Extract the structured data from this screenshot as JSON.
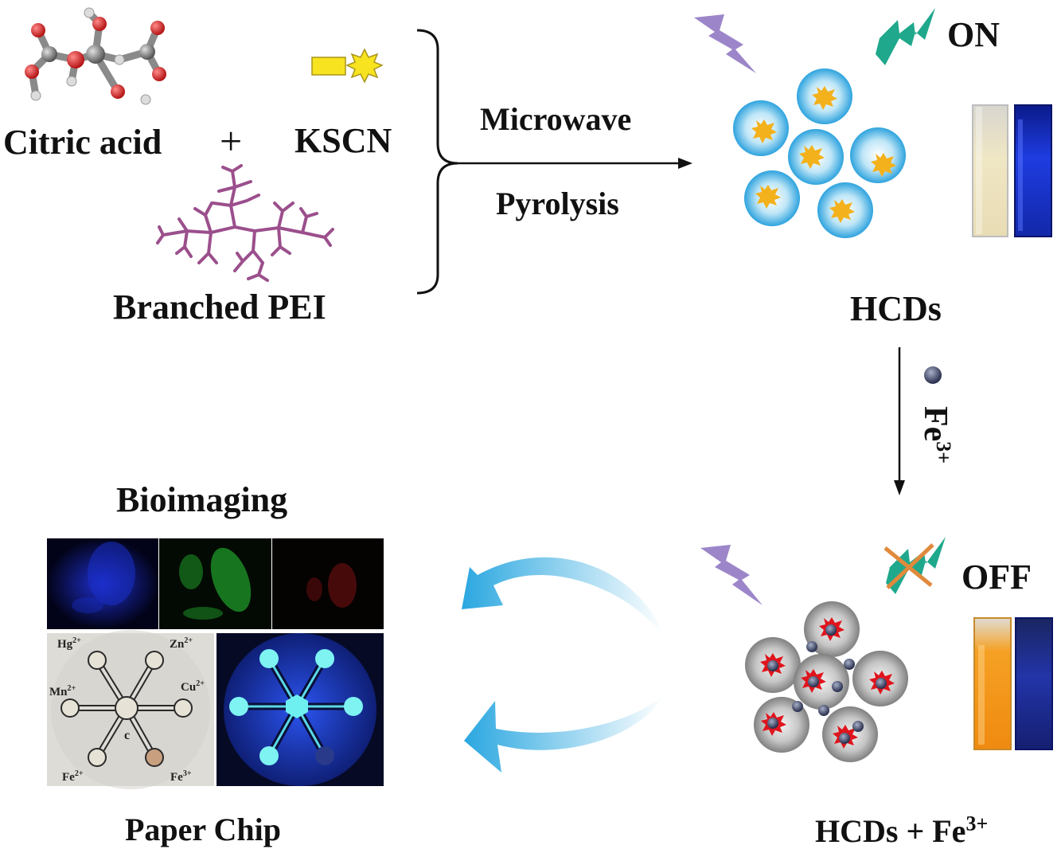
{
  "reactants": {
    "citric_acid": "Citric acid",
    "plus": "+",
    "kscn": "KSCN",
    "branched_pei": "Branched PEI"
  },
  "process": {
    "step1": "Microwave",
    "step2": "Pyrolysis"
  },
  "product": {
    "label": "HCDs",
    "state_on": "ON"
  },
  "addition": {
    "ion_base": "Fe",
    "ion_charge": "3+"
  },
  "quenched": {
    "state_off": "OFF",
    "label_base": "HCDs + Fe",
    "label_charge": "3+"
  },
  "applications": {
    "bioimaging": "Bioimaging",
    "paper_chip": "Paper Chip"
  },
  "chip_ions": [
    {
      "base": "Hg",
      "charge": "2+"
    },
    {
      "base": "Zn",
      "charge": "2+"
    },
    {
      "base": "Mn",
      "charge": "2+"
    },
    {
      "base": "Cu",
      "charge": "2+"
    },
    {
      "base": "Fe",
      "charge": "2+"
    },
    {
      "base": "Fe",
      "charge": "3+"
    }
  ],
  "chip_center": "c",
  "colors": {
    "hcd_blue": "#39a9e0",
    "quenched_gray": "#9a9a9a",
    "pei_purple": "#9b4f8c",
    "orange_solution": "#f39a1b",
    "uv_blue": "#1431c8",
    "lightning_purple": "#9c86c9",
    "emission_teal": "#1fa88c"
  }
}
